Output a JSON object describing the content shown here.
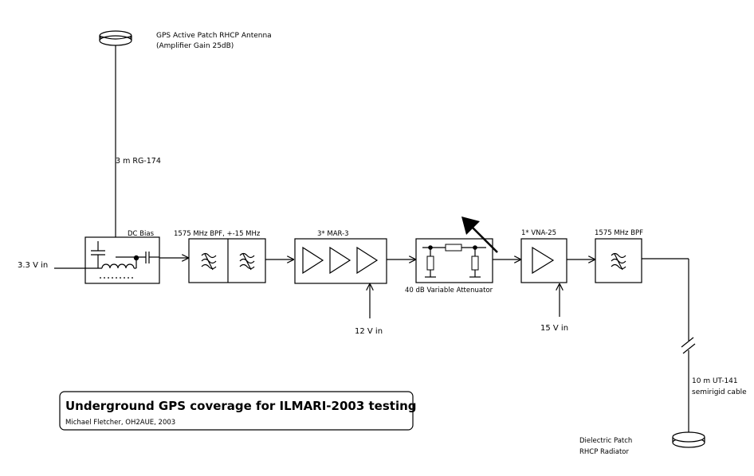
{
  "antenna_top": {
    "label_line1": "GPS Active Patch RHCP Antenna",
    "label_line2": "(Amplifier Gain 25dB)"
  },
  "cable_top": {
    "label": "3 m RG-174"
  },
  "input_33v": {
    "label": "3.3 V in"
  },
  "dc_bias": {
    "label": "DC Bias"
  },
  "bpf_dual": {
    "label": "1575 MHz BPF, +-15 MHz"
  },
  "amp_mar3": {
    "label": "3* MAR-3"
  },
  "input_12v": {
    "label": "12 V in"
  },
  "attenuator": {
    "label": "40 dB Variable Attenuator"
  },
  "amp_vna25": {
    "label": "1* VNA-25"
  },
  "input_15v": {
    "label": "15 V in"
  },
  "bpf_single": {
    "label": "1575 MHz BPF"
  },
  "cable_bottom": {
    "label_line1": "10 m UT-141",
    "label_line2": "semirigid cable"
  },
  "antenna_bottom": {
    "label_line1": "Dielectric Patch",
    "label_line2": "RHCP Radiator"
  },
  "title_box": {
    "title": "Underground GPS coverage for ILMARI-2003 testing",
    "author": "Michael Fletcher, OH2AUE, 2003"
  }
}
